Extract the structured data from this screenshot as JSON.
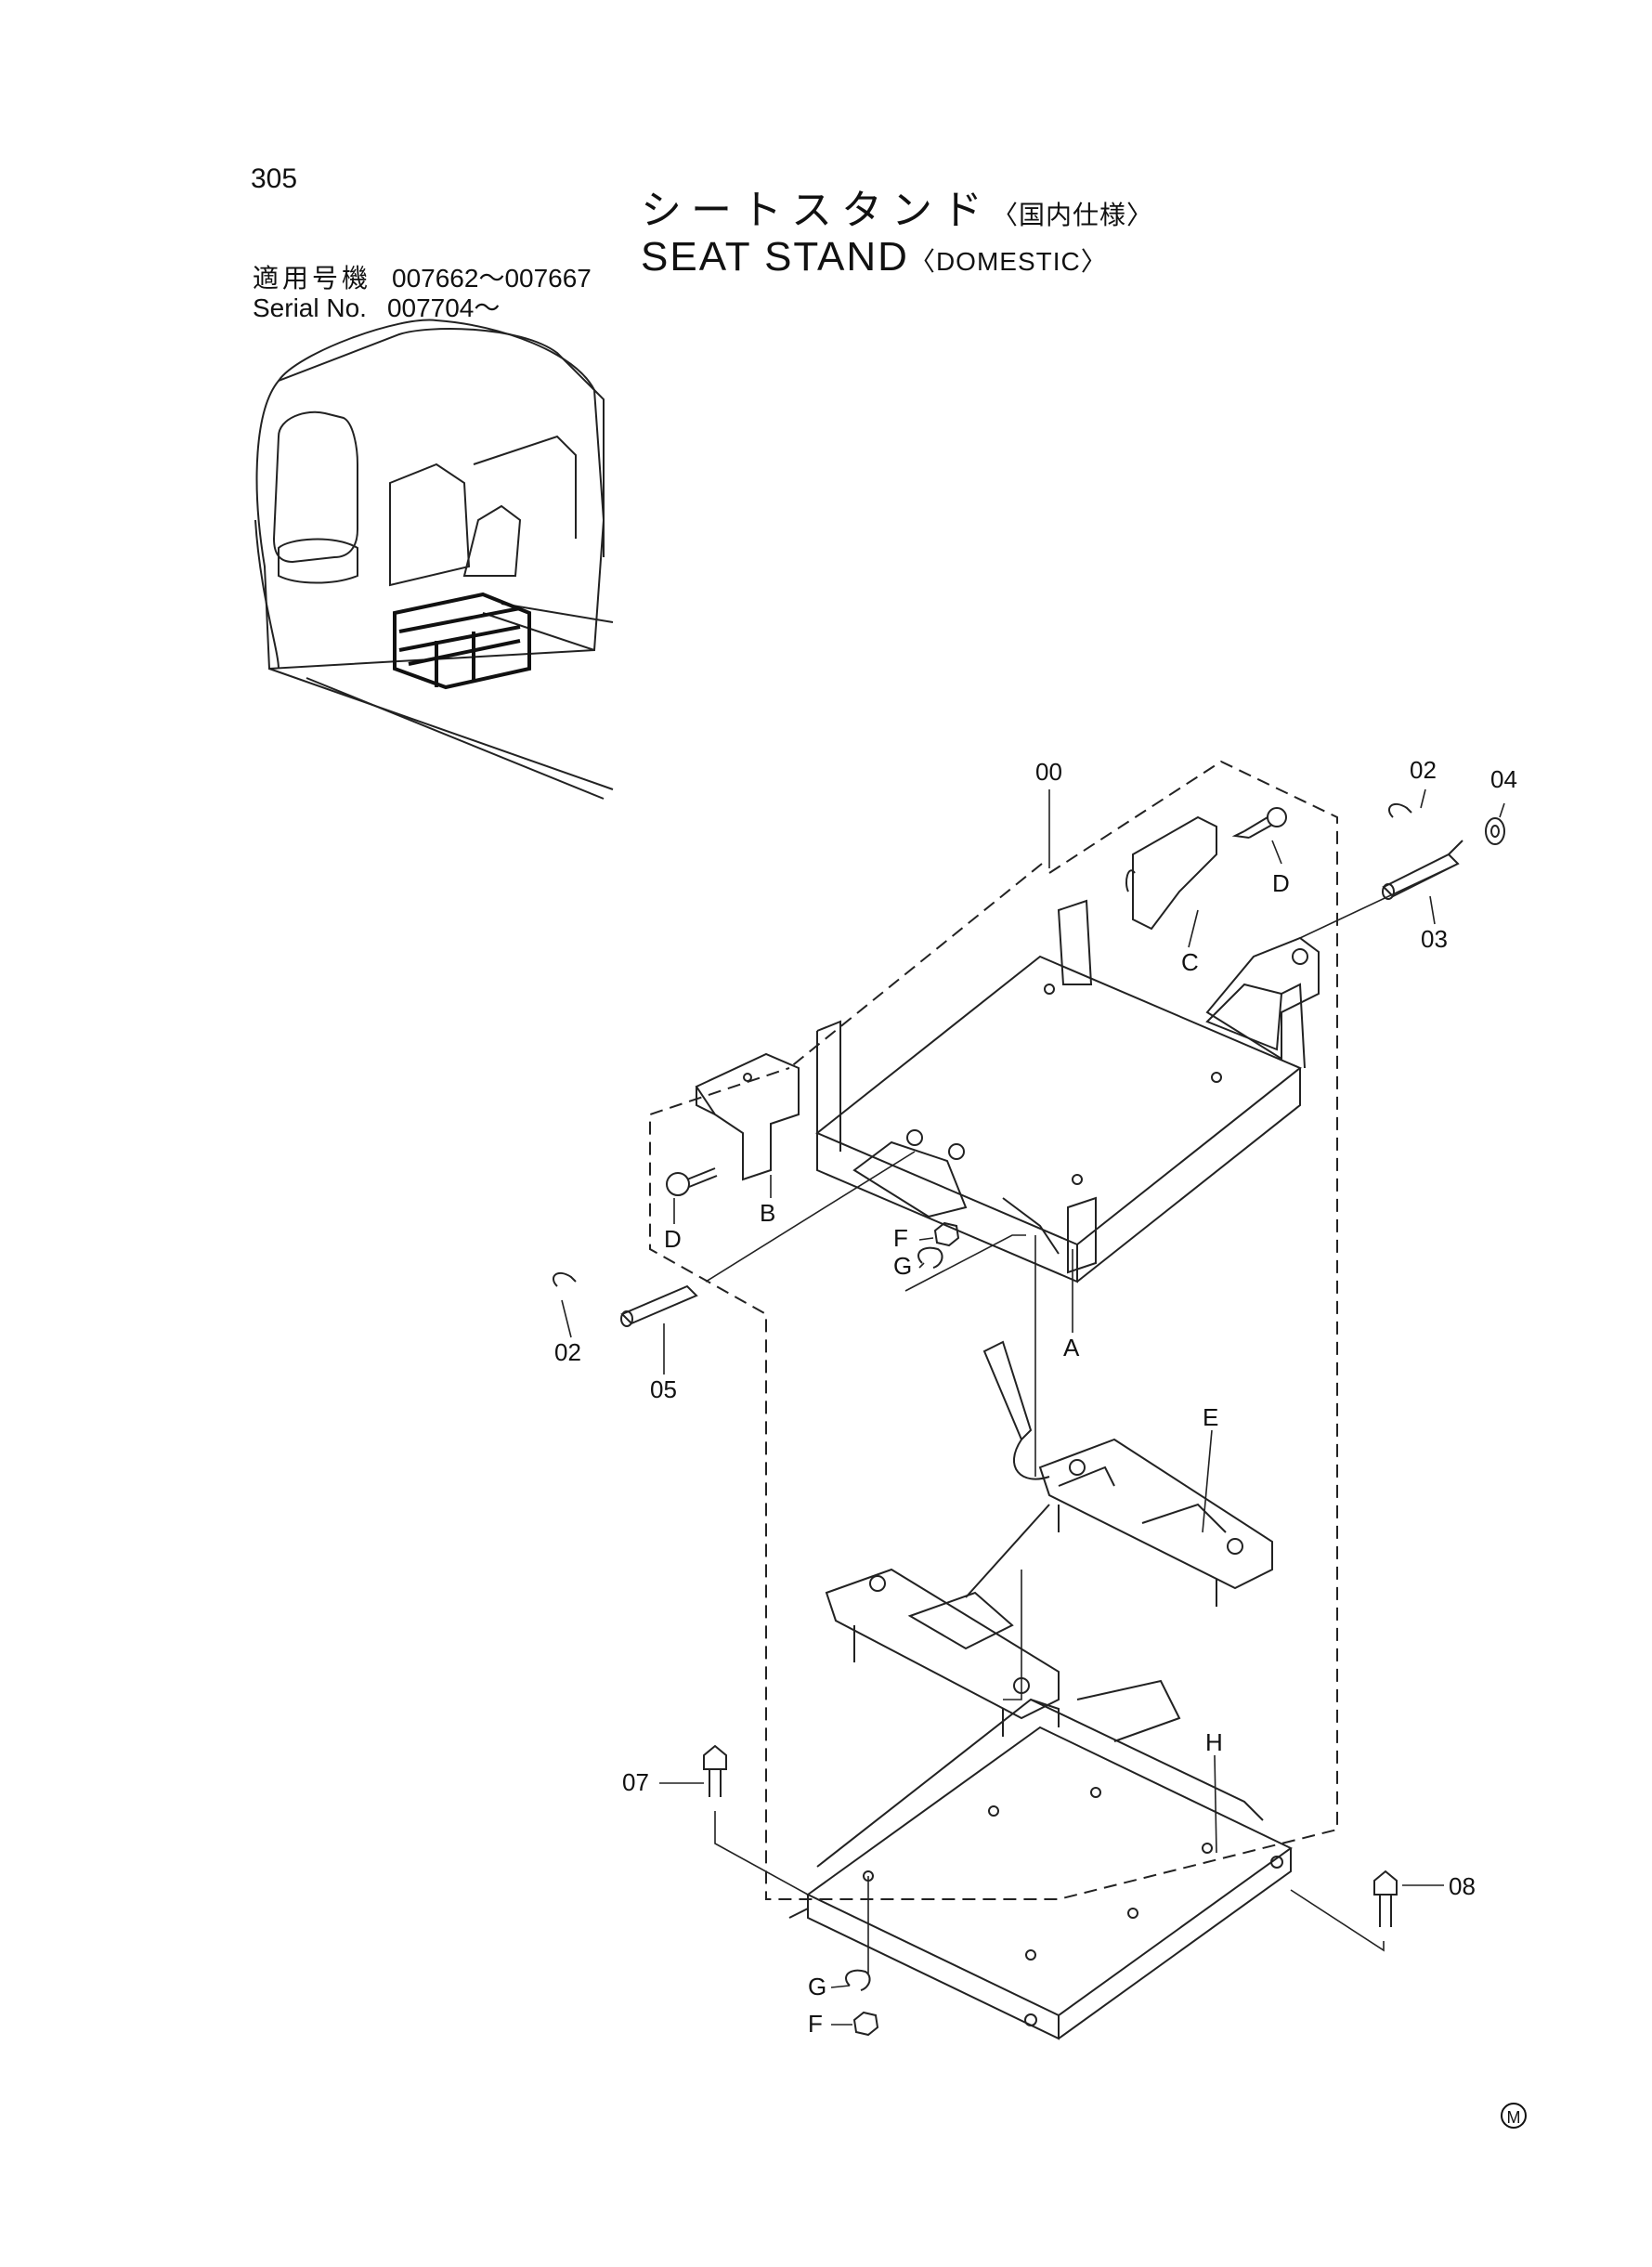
{
  "page": {
    "number": "305",
    "mark": "M"
  },
  "title": {
    "jp": "シートスタンド",
    "jp_sub": "〈国内仕様〉",
    "en": "SEAT STAND",
    "en_sub": "〈DOMESTIC〉"
  },
  "serial": {
    "jp_label": "適用号機",
    "jp_range": "007662～007667",
    "en_label": "Serial No.",
    "en_range": "007704～"
  },
  "callouts": {
    "c00": "00",
    "c02a": "02",
    "c04": "04",
    "c03": "03",
    "c02b": "02",
    "c05": "05",
    "c07": "07",
    "c08": "08",
    "A": "A",
    "B": "B",
    "C": "C",
    "D1": "D",
    "D2": "D",
    "E": "E",
    "F1": "F",
    "G1": "G",
    "F2": "F",
    "G2": "G",
    "H": "H"
  }
}
